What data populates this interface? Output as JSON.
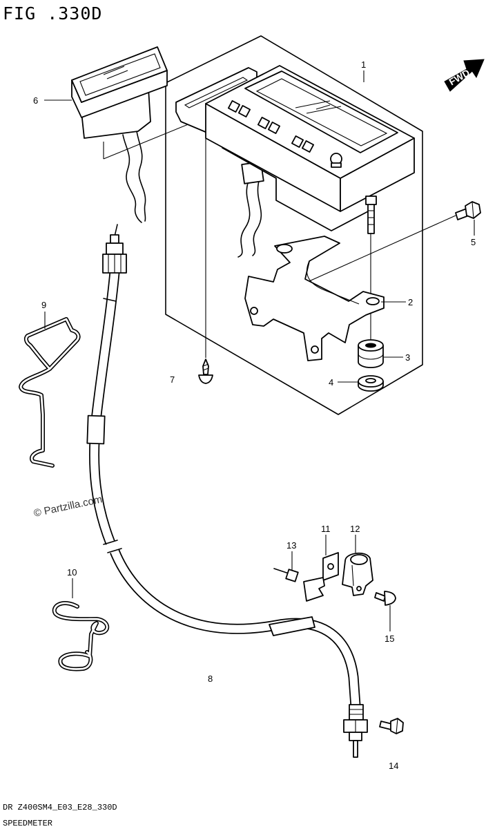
{
  "figure": {
    "title": "FIG .330D",
    "code": "DR Z400SM4_E03_E28_330D",
    "name": "SPEEDMETER"
  },
  "direction_badge": "FWD",
  "watermark": "© Partzilla.com",
  "callouts": [
    "1",
    "2",
    "3",
    "4",
    "5",
    "6",
    "7",
    "8",
    "9",
    "10",
    "11",
    "12",
    "13",
    "14",
    "15"
  ],
  "colors": {
    "line": "#000000",
    "background": "#ffffff",
    "badge": "#000000"
  }
}
